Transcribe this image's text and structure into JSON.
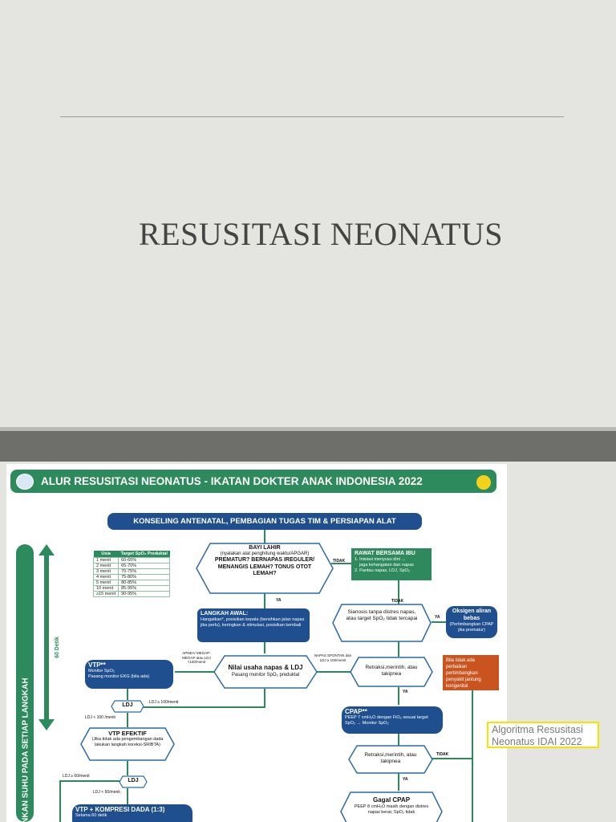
{
  "slide": {
    "title": "RESUSITASI NEONATUS"
  },
  "caption": {
    "line1": "Algoritma Resusitasi",
    "line2": "Neonatus IDAI 2022"
  },
  "poster": {
    "header": "ALUR RESUSITASI NEONATUS - IKATAN DOKTER ANAK INDONESIA 2022",
    "konseling": "KONSELING ANTENATAL, PEMBAGIAN TUGAS TIM & PERSIAPAN ALAT",
    "side_label": "PERTAHANKAN SUHU PADA SETIAP LANGKAH",
    "sixty_label": "60 Detik",
    "spo2_table": {
      "headers": [
        "Usia",
        "Target SpO₂ Preduktal"
      ],
      "rows": [
        [
          "1 menit",
          "60-65%"
        ],
        [
          "2 menit",
          "65-70%"
        ],
        [
          "3 menit",
          "70-75%"
        ],
        [
          "4 menit",
          "75-80%"
        ],
        [
          "5 menit",
          "80-85%"
        ],
        [
          "10 menit",
          "85-95%"
        ],
        [
          "≥15 menit",
          "90-95%"
        ]
      ]
    },
    "bayi_lahir": {
      "title": "BAYI LAHIR",
      "sub": "(nyalakan alat penghitung waktu/APGAR)",
      "q": "PREMATUR? BERNAPAS IREGULER/ MENANGIS LEMAH? TONUS OTOT LEMAH?"
    },
    "tidak1": "TIDAK",
    "ya1": "YA",
    "rawat": {
      "title": "RAWAT BERSAMA IBU",
      "l1": "1. Inisiasi menyusu dini →",
      "l2": "jaga kehangatan dan napas",
      "l3": "2. Pantau napas, LDJ, SpO₂"
    },
    "langkah_awal": {
      "title": "LANGKAH AWAL:",
      "body": "Hangatkan*, posisikan kepala (bersihkan jalan napas jika perlu), keringkan & stimulasi, posisikan kembali"
    },
    "sianosis": {
      "text": "Sianosis tanpa distres napas, atau target SpO₂ tidak tercapai"
    },
    "tidak2": "TIDAK",
    "ya2": "YA",
    "oksigen": {
      "title": "Oksigen aliran bebas",
      "sub": "(Pertimbangkan CPAP jika prematur)"
    },
    "nilai": {
      "title": "Nilai usaha napas & LDJ",
      "sub": "Pasang monitor SpO₂ preduktal"
    },
    "apnea_label": "APNEA/ MEGAP-MEGAP atau LDJ <100/menit",
    "napas_label": "NAPAS SPONTAN dan LDJ ≥ 100/menit",
    "vtp": {
      "title": "VTP**",
      "l1": "Monitor SpO₂",
      "l2": "Pasang monitor EKG (bila ada)"
    },
    "retraksi1": "Retraksi,merintih, atau takipnea",
    "orange": {
      "text": "Bila tidak ada perbaikan pertimbangkan penyakit jantung kongenital"
    },
    "tidak3": "TIDAK",
    "ya3": "YA",
    "ldj1": "LDJ",
    "ldj_ge100": "LDJ ≥ 100/menit",
    "ldj_lt100": "LDJ < 100 /menit",
    "cpap": {
      "title": "CPAP**",
      "body": "PEEP 7 cmH₂O dengan FiO₂ sesuai target SpO₂ → Monitor SpO₂"
    },
    "vtp_efektif": {
      "title": "VTP EFEKTIF",
      "body": "(Jika tidak ada pengembangan dada lakukan langkah koreksi-SRIBTA)"
    },
    "retraksi2": "Retraksi,merintih, atau takipnea",
    "tidak4": "TIDAK",
    "ya4": "YA",
    "ldj2": "LDJ",
    "ldj_ge60": "LDJ ≥ 60/menit",
    "ldj_lt60": "LDJ < 60/menit",
    "kompresi": {
      "title": "VTP + KOMPRESI DADA (1:3)",
      "body": "Selama 60 detik"
    },
    "gagal_cpap": {
      "title": "Gagal CPAP",
      "body": "PEEP 8 cmH₂O masih dengan distres napas berat, SpO₂ tidak"
    },
    "colors": {
      "green": "#2c8a5c",
      "blue": "#1f4f8f",
      "orange": "#c9541f",
      "caption_border": "#f2e600"
    }
  }
}
